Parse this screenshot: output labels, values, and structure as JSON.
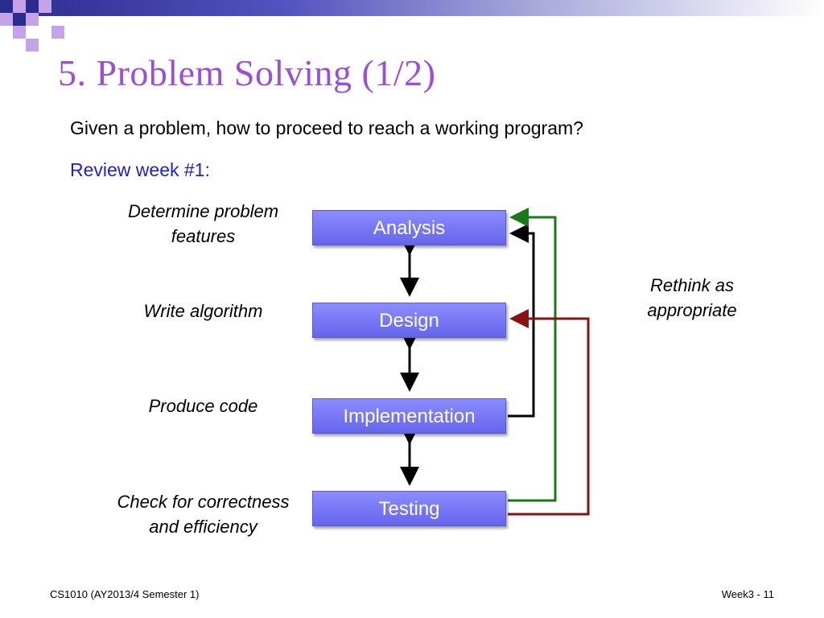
{
  "slide": {
    "title": "5. Problem Solving (1/2)",
    "subtitle": "Given a problem, how to proceed to reach a working program?",
    "review": "Review week #1:",
    "footer_left": "CS1010 (AY2013/4 Semester 1)",
    "footer_right": "Week3 - 11"
  },
  "diagram": {
    "stages": [
      "Analysis",
      "Design",
      "Implementation",
      "Testing"
    ],
    "descriptions": [
      [
        "Determine problem",
        "features"
      ],
      [
        "Write algorithm"
      ],
      [
        "Produce code"
      ],
      [
        "Check for correctness",
        "and efficiency"
      ]
    ],
    "feedback_label": [
      "Rethink as",
      "appropriate"
    ],
    "colors": {
      "box": "#7b7bf7",
      "title": "#9a4fd6",
      "review": "#2020d0",
      "feedback_green": "#1a7a1a",
      "feedback_red": "#8b1010",
      "feedback_black": "#000000"
    }
  }
}
